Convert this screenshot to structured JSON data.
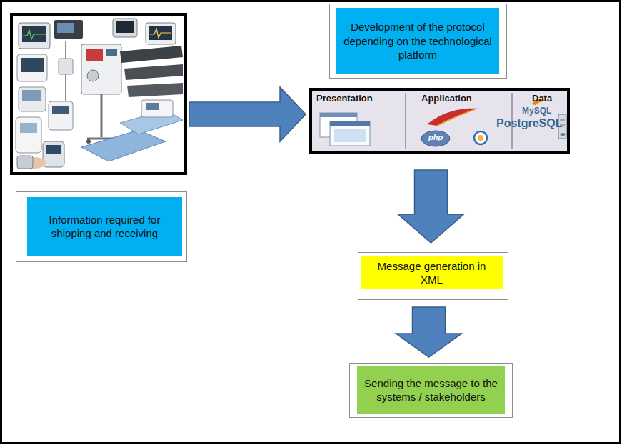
{
  "diagram": {
    "nodes": [
      {
        "text": [
          "Information required for shipping and receiving"
        ]
      },
      {
        "text": [
          "Development of the protocol depending on the technological platform"
        ]
      },
      {
        "text": [
          "Presentation",
          "Application",
          "Data",
          "MySQL",
          "PostgreSQL",
          "php"
        ]
      },
      {
        "text": [
          "Message generation in XML"
        ]
      },
      {
        "text": [
          "Sending the message to the systems / stakeholders"
        ]
      }
    ],
    "edges": [
      {
        "from": 0,
        "to": 2,
        "arrow": "to"
      },
      {
        "from": 2,
        "to": 3,
        "arrow": "to"
      },
      {
        "from": 3,
        "to": 4,
        "arrow": "to"
      }
    ]
  }
}
